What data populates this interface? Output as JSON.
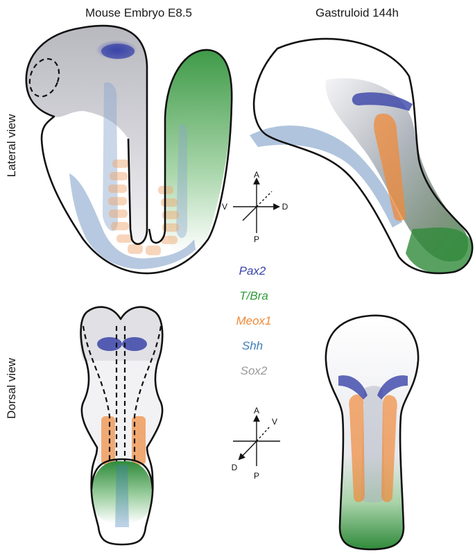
{
  "titles": {
    "left": "Mouse Embryo E8.5",
    "right": "Gastruloid 144h"
  },
  "row_labels": {
    "top": "Lateral view",
    "bottom": "Dorsal view"
  },
  "axes_lateral": {
    "up": "A",
    "down": "P",
    "left": "V",
    "right": "D"
  },
  "axes_dorsal": {
    "up": "A",
    "down": "P",
    "diag_lower": "D",
    "diag_upper": "V"
  },
  "legend": [
    {
      "gene": "Pax2",
      "color": "#3a44a8"
    },
    {
      "gene": "T/Bra",
      "color": "#2f9a3a"
    },
    {
      "gene": "Meox1",
      "color": "#ef8a3a"
    },
    {
      "gene": "Shh",
      "color": "#3d7fb8"
    },
    {
      "gene": "Sox2",
      "color": "#9a9a9a"
    }
  ],
  "icons": [
    "compass-arrows"
  ]
}
